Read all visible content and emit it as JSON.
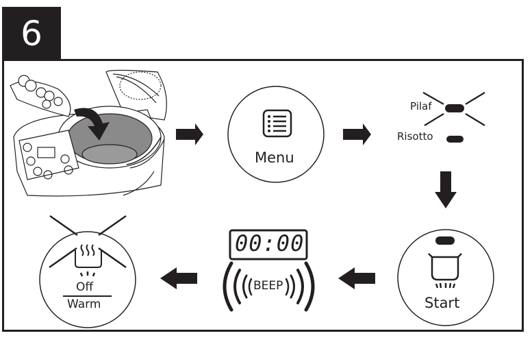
{
  "step": {
    "number": "6"
  },
  "steps": [
    {
      "id": "add-ingredients",
      "icon": "rice-cooker-illustration"
    },
    {
      "id": "menu",
      "label": "Menu",
      "icon": "menu-list-icon"
    },
    {
      "id": "select-program",
      "options": [
        "Pilaf",
        "Risotto"
      ],
      "selected": "Pilaf"
    },
    {
      "id": "start",
      "label": "Start",
      "icon": "pot-heat-icon"
    },
    {
      "id": "done",
      "display": "00:00",
      "sound": "BEEP"
    },
    {
      "id": "off-warm",
      "label_top": "Off",
      "label_bottom": "Warm",
      "icon": "steam-pot-icon"
    }
  ],
  "colors": {
    "ink": "#231f20",
    "pot_grey": "#8a8a8a",
    "background": "#ffffff"
  }
}
